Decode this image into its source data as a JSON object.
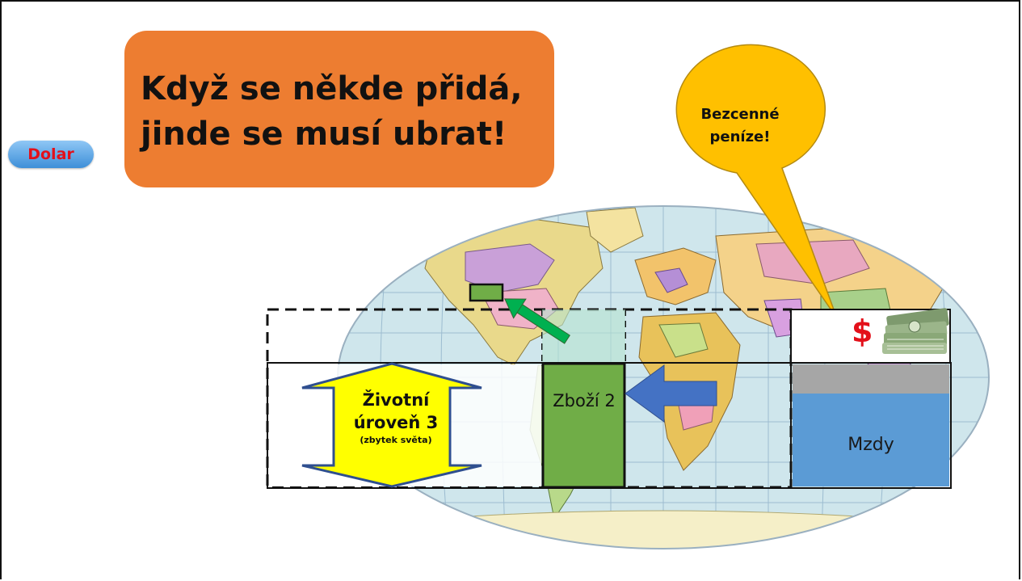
{
  "slide": {
    "dolar_button": "Dolar",
    "headline": {
      "line1": "Když se někde přidá,",
      "line2": "jinde se musí ubrat!"
    },
    "speech_bubble": {
      "line1": "Bezcenné",
      "line2": "peníze!"
    },
    "goods_label": "Zboží 2",
    "wages_label": "Mzdy",
    "currency_symbol": "$",
    "standard_of_living": {
      "line1": "Životní",
      "line2": "úroveň 3",
      "line3": "(zbytek světa)"
    },
    "colors": {
      "headline_bg": "#ed7d31",
      "bubble": "#ffc000",
      "goods": "#70ad47",
      "wages": "#5b9bd5",
      "arrow_blue": "#4472c4",
      "level_arrow": "#ffff00",
      "dollar": "#e3101a"
    },
    "icons": [
      "money-stack-icon",
      "world-map-image"
    ]
  }
}
